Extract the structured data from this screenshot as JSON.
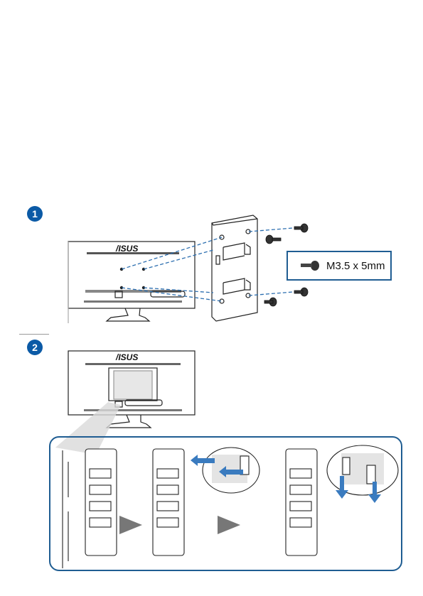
{
  "steps": [
    {
      "number": "1"
    },
    {
      "number": "2"
    }
  ],
  "monitor": {
    "brand": "/ISUS"
  },
  "screw_spec": {
    "label": "M3.5 x 5mm",
    "icon": "screw-icon"
  },
  "colors": {
    "badge": "#0b5aa6",
    "frame": "#1f5d92",
    "arrow": "#3a7bbf",
    "dash": "#2d6fb0"
  }
}
